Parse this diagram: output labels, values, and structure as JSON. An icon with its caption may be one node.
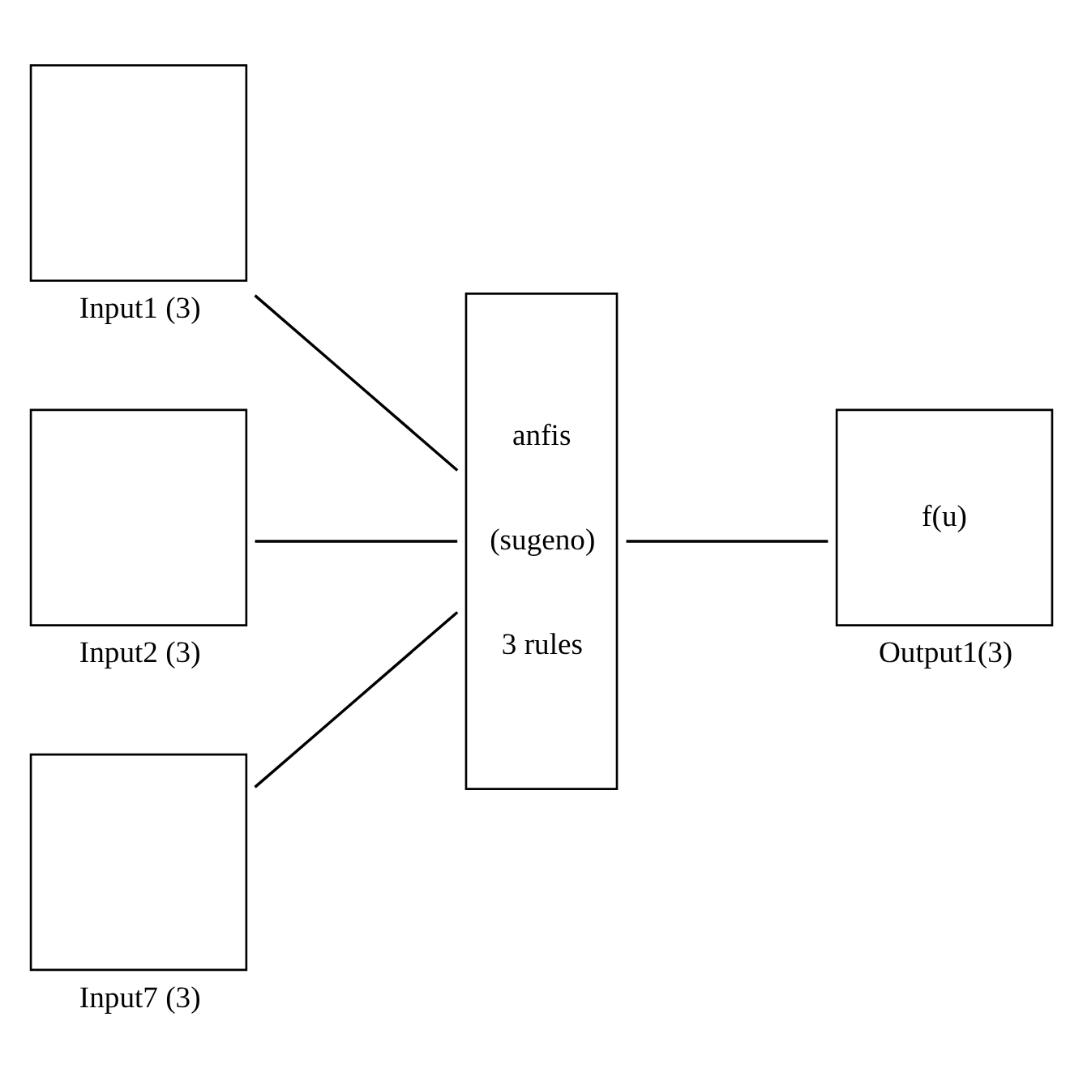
{
  "diagram": {
    "nodes": [
      {
        "text": [],
        "shape": "box",
        "beside": [
          "Input1 (3)"
        ]
      },
      {
        "text": [],
        "shape": "box",
        "beside": [
          "Input2 (3)"
        ]
      },
      {
        "text": [],
        "shape": "box",
        "beside": [
          "Input7 (3)"
        ]
      },
      {
        "text": [
          "anfis",
          "(sugeno)",
          "3 rules"
        ]
      },
      {
        "text": [
          "f(u)"
        ],
        "beside": [
          "Output1(3)"
        ]
      }
    ],
    "edges": [
      {
        "from": 0,
        "to": 3,
        "arrow": "none"
      },
      {
        "from": 1,
        "to": 3,
        "arrow": "none"
      },
      {
        "from": 2,
        "to": 3,
        "arrow": "none"
      },
      {
        "from": 3,
        "to": 4,
        "arrow": "none"
      }
    ]
  }
}
